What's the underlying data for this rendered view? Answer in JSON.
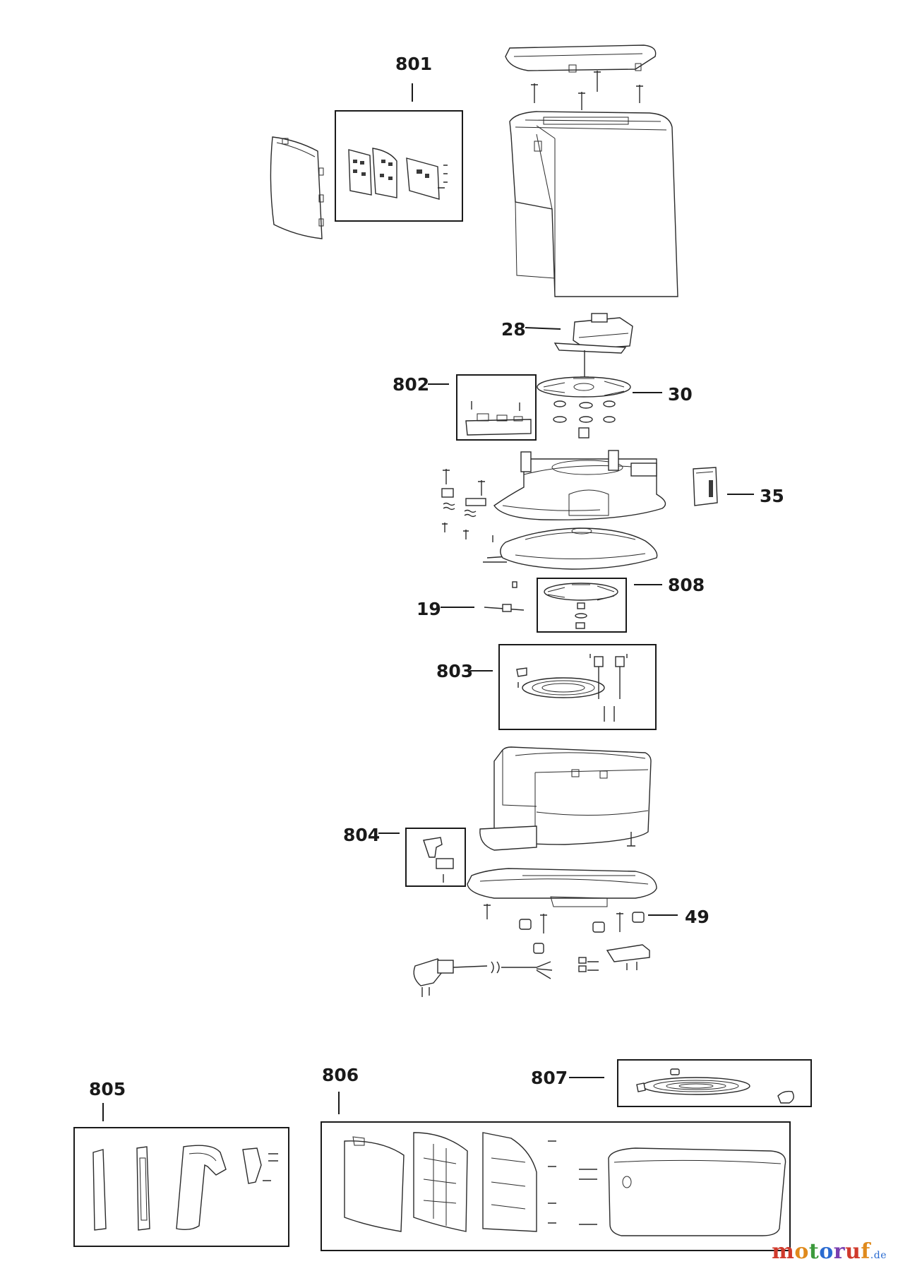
{
  "callouts": {
    "c801": "801",
    "c28": "28",
    "c802": "802",
    "c30": "30",
    "c35": "35",
    "c808": "808",
    "c19": "19",
    "c803": "803",
    "c804": "804",
    "c49": "49",
    "c805": "805",
    "c806": "806",
    "c807": "807"
  },
  "brand": {
    "name": "motoruf",
    "tld": ".de"
  },
  "colors": {
    "line": "#2a2a2a",
    "label": "#1a1a1a",
    "background": "#ffffff",
    "brand_m": "#d03a2c",
    "brand_o": "#e08a1c",
    "brand_t": "#3c9a3c",
    "brand_o2": "#2a6bd1",
    "brand_r": "#7a3fb0",
    "brand_u": "#d03a2c",
    "brand_f": "#e08a1c"
  }
}
